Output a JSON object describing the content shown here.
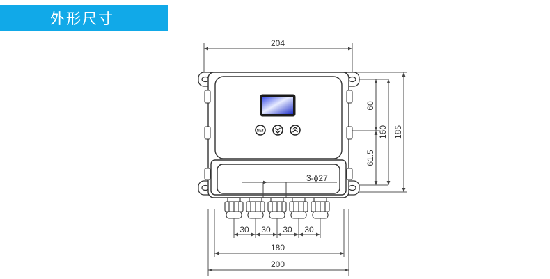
{
  "banner": {
    "title": "外形尺寸",
    "color": "#11a9e8"
  },
  "dimensions": {
    "top_width": "204",
    "right_inner_upper": "60",
    "right_inner_lower": "61.5",
    "right_mid": "160",
    "right_outer": "185",
    "hole_note": "3-ϕ27",
    "gland_pitches": [
      "30",
      "30",
      "30",
      "30"
    ],
    "bottom_inner": "180",
    "bottom_outer": "200"
  },
  "panel": {
    "button_labels": [
      "SET",
      "▼",
      "▲"
    ],
    "display_color": "#2b3fd8"
  }
}
